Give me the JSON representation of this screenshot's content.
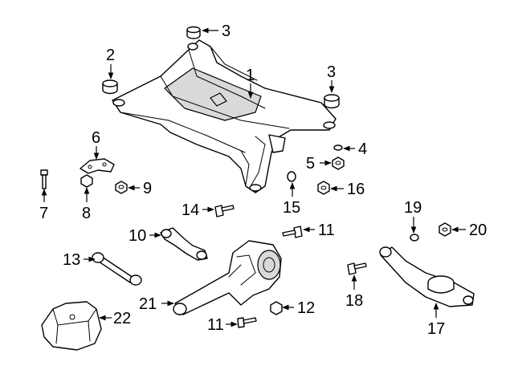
{
  "callouts": {
    "c1": "1",
    "c2": "2",
    "c3a": "3",
    "c3b": "3",
    "c4": "4",
    "c5": "5",
    "c6": "6",
    "c7": "7",
    "c8": "8",
    "c9": "9",
    "c10": "10",
    "c11a": "11",
    "c11b": "11",
    "c12": "12",
    "c13": "13",
    "c14": "14",
    "c15": "15",
    "c16": "16",
    "c17": "17",
    "c18": "18",
    "c19": "19",
    "c20": "20",
    "c21": "21",
    "c22": "22"
  }
}
